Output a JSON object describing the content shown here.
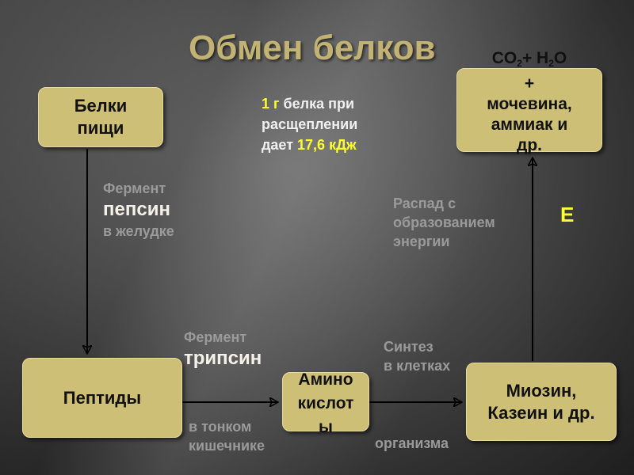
{
  "title": "Обмен белков",
  "boxes": {
    "proteins": [
      "Белки",
      "пищи"
    ],
    "peptides": "Пептиды",
    "amino": [
      "Амино",
      "кислот",
      "ы"
    ],
    "myosin": [
      "Миозин,",
      "Казеин и др."
    ],
    "products": {
      "co2": "CO",
      "co2_sub": "2",
      "plus": "+ H",
      "h2o_sub": "2",
      "o": "O",
      "plus2": "+",
      "urea": "мочевина,",
      "ammonia": "аммиак и",
      "etc": "др."
    }
  },
  "energy_note": {
    "prefix": "1 г",
    "line1": " белка при",
    "line2": "расщеплении",
    "line3": "дает ",
    "value": "17,6 кДж"
  },
  "pepsin": {
    "label": "Фермент",
    "name": "пепсин",
    "place": "в желудке"
  },
  "trypsin": {
    "label": "Фермент",
    "name": "трипсин",
    "place_line1": "в тонком",
    "place_line2": "кишечнике"
  },
  "synthesis": {
    "line1": "Синтез",
    "line2": "в клетках",
    "line3": "организма"
  },
  "decay": {
    "line1": "Распад с",
    "line2": "образованием",
    "line3": "энергии"
  },
  "energy_symbol": "E",
  "colors": {
    "box_fill": "#cdbf76",
    "title": "#c2b273",
    "highlight": "#ffff33"
  }
}
